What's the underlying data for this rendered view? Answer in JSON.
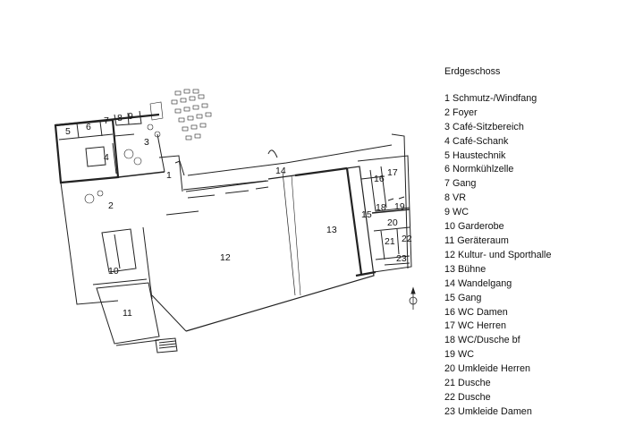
{
  "title": "Erdgeschoss",
  "rooms": [
    {
      "num": "1",
      "name": "Schmutz-/Windfang"
    },
    {
      "num": "2",
      "name": "Foyer"
    },
    {
      "num": "3",
      "name": "Café-Sitzbereich"
    },
    {
      "num": "4",
      "name": "Café-Schank"
    },
    {
      "num": "5",
      "name": "Haustechnik"
    },
    {
      "num": "6",
      "name": "Normkühlzelle"
    },
    {
      "num": "7",
      "name": "Gang"
    },
    {
      "num": "8",
      "name": "VR"
    },
    {
      "num": "9",
      "name": "WC"
    },
    {
      "num": "10",
      "name": "Garderobe"
    },
    {
      "num": "11",
      "name": "Geräteraum"
    },
    {
      "num": "12",
      "name": "Kultur- und Sporthalle"
    },
    {
      "num": "13",
      "name": "Bühne"
    },
    {
      "num": "14",
      "name": "Wandelgang"
    },
    {
      "num": "15",
      "name": "Gang"
    },
    {
      "num": "16",
      "name": "WC Damen"
    },
    {
      "num": "17",
      "name": "WC Herren"
    },
    {
      "num": "18",
      "name": "WC/Dusche bf"
    },
    {
      "num": "19",
      "name": "WC"
    },
    {
      "num": "20",
      "name": "Umkleide Herren"
    },
    {
      "num": "21",
      "name": "Dusche"
    },
    {
      "num": "22",
      "name": "Dusche"
    },
    {
      "num": "23",
      "name": "Umkleide Damen"
    }
  ],
  "north_icon": "north-arrow-icon",
  "colors": {
    "line": "#222222",
    "background": "#ffffff"
  }
}
